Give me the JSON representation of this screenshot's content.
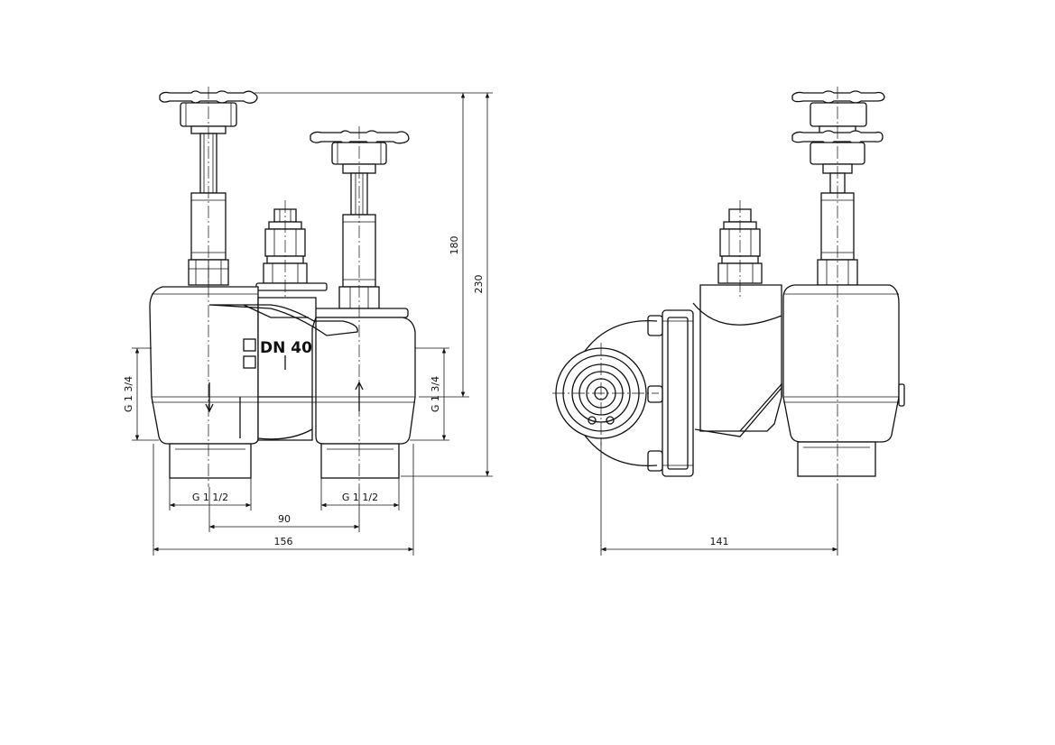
{
  "drawing": {
    "marking": "DN 40",
    "dimensions": {
      "height_handwheel": "180",
      "height_total": "230",
      "thread_side_left": "G 1 3/4",
      "thread_side_right": "G 1 3/4",
      "thread_bottom_left": "G 1 1/2",
      "thread_bottom_right": "G 1 1/2",
      "spacing": "90",
      "width_front": "156",
      "width_side": "141"
    }
  }
}
